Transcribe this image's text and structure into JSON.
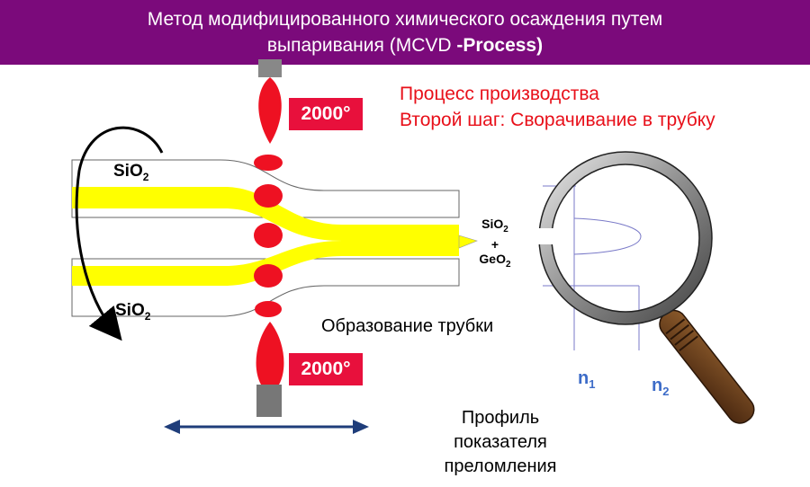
{
  "title": {
    "line1": "Метод модифицированного химического осаждения путем",
    "line2_plain": "выпаривания (MCVD  ",
    "line2_bold": "-Process)"
  },
  "notes": {
    "line1": "Процесс производства",
    "line2": "Второй шаг: Сворачивание в трубку"
  },
  "temperatures": {
    "top": "2000°",
    "bottom": "2000°"
  },
  "labels": {
    "sio2_base": "SiO",
    "sio2_sub": "2",
    "mix_sio2_base": "SiO",
    "mix_sio2_sub": "2",
    "mix_plus": "+",
    "mix_geo2_base": "GeO",
    "mix_geo2_sub": "2",
    "tube_formation": "Образование трубки",
    "profile_line1": "Профиль",
    "profile_line2": "показателя",
    "profile_line3": "преломления",
    "n1_base": "n",
    "n1_sub": "1",
    "n2_base": "n",
    "n2_sub": "2"
  },
  "colors": {
    "banner": "#7b0a7b",
    "flame": "#ee1122",
    "yellow_layer": "#ffff00",
    "arrow_blue": "#1f3d7a",
    "profile_blue": "#3d6cc8",
    "handle_brown": "#6b3a1a"
  }
}
